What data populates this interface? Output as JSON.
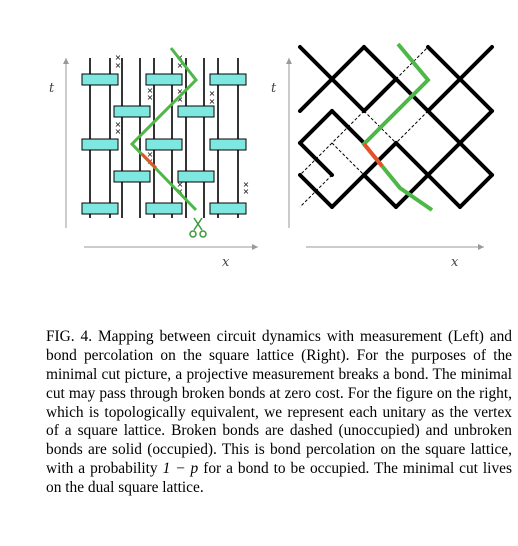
{
  "figure": {
    "left_panel": {
      "t_label": "t",
      "x_label": "x"
    },
    "right_panel": {
      "t_label": "t",
      "x_label": "x"
    },
    "colors": {
      "unitary_fill": "#7ee8e0",
      "unitary_stroke": "#000000",
      "minimal_cut": "#4db848",
      "cut_through_unitary": "#e8502a",
      "axis": "#999999",
      "scissors": "#3a9a3a"
    },
    "icons": [
      "scissors-icon",
      "measurement-cross-icon"
    ]
  },
  "caption": {
    "lead": "FIG. 4. Mapping between circuit dynamics with measurement (Left) and bond percolation on the square lattice (Right). For the purposes of the minimal cut picture, a projective measurement breaks a bond. The minimal cut may pass through broken bonds at zero cost. For the figure on the right, which is topologically equivalent, we represent each unitary as the vertex of a square lattice. Broken bonds are dashed (unoccupied) and unbroken bonds are solid (occupied). This is bond percolation on the square lattice, with a probability",
    "math": "1 − p",
    "tail": "for a bond to be occupied. The minimal cut lives on the dual square lattice."
  }
}
